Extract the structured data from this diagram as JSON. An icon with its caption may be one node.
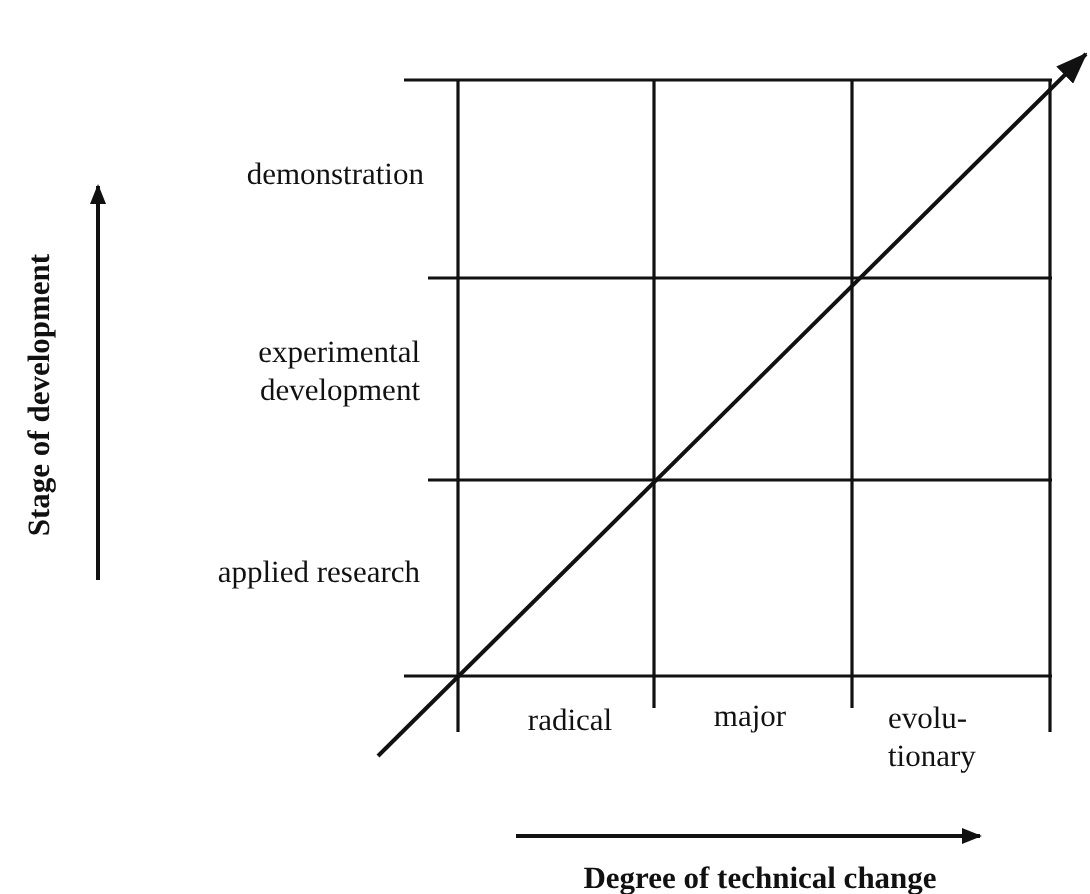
{
  "diagram": {
    "labels": [
      "Stage of development",
      "demonstration",
      "experimental development",
      "applied research",
      "radical",
      "major",
      "evolu- tionary",
      "Degree of technical change"
    ]
  }
}
